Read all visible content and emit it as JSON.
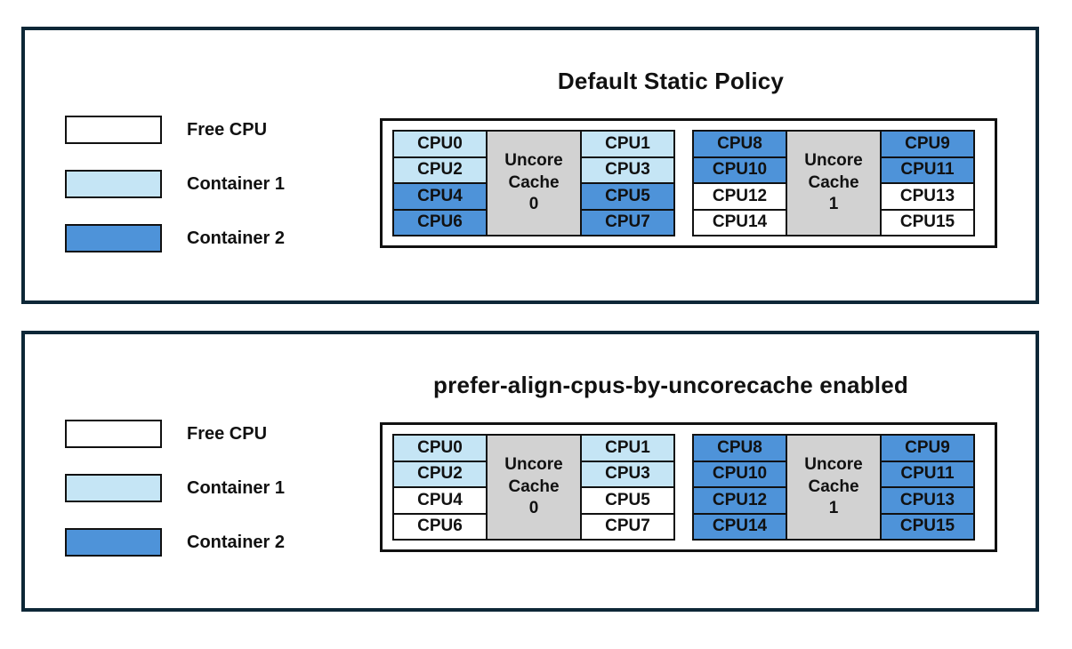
{
  "colors": {
    "free": "#ffffff",
    "container1": "#c5e5f5",
    "container2": "#4e93d9",
    "uncore": "#d2d2d2",
    "panel_border": "#0d2737",
    "line": "#111111",
    "text": "#111111"
  },
  "legend": {
    "items": [
      {
        "label": "Free CPU",
        "state": "free"
      },
      {
        "label": "Container 1",
        "state": "container1"
      },
      {
        "label": "Container 2",
        "state": "container2"
      }
    ]
  },
  "panels": [
    {
      "title": "Default Static Policy",
      "groups": [
        {
          "cache_label": "Uncore Cache\n0",
          "left_cpus": [
            {
              "label": "CPU0",
              "state": "container1"
            },
            {
              "label": "CPU2",
              "state": "container1"
            },
            {
              "label": "CPU4",
              "state": "container2"
            },
            {
              "label": "CPU6",
              "state": "container2"
            }
          ],
          "right_cpus": [
            {
              "label": "CPU1",
              "state": "container1"
            },
            {
              "label": "CPU3",
              "state": "container1"
            },
            {
              "label": "CPU5",
              "state": "container2"
            },
            {
              "label": "CPU7",
              "state": "container2"
            }
          ]
        },
        {
          "cache_label": "Uncore Cache\n1",
          "left_cpus": [
            {
              "label": "CPU8",
              "state": "container2"
            },
            {
              "label": "CPU10",
              "state": "container2"
            },
            {
              "label": "CPU12",
              "state": "free"
            },
            {
              "label": "CPU14",
              "state": "free"
            }
          ],
          "right_cpus": [
            {
              "label": "CPU9",
              "state": "container2"
            },
            {
              "label": "CPU11",
              "state": "container2"
            },
            {
              "label": "CPU13",
              "state": "free"
            },
            {
              "label": "CPU15",
              "state": "free"
            }
          ]
        }
      ]
    },
    {
      "title": "prefer-align-cpus-by-uncorecache enabled",
      "groups": [
        {
          "cache_label": "Uncore Cache\n0",
          "left_cpus": [
            {
              "label": "CPU0",
              "state": "container1"
            },
            {
              "label": "CPU2",
              "state": "container1"
            },
            {
              "label": "CPU4",
              "state": "free"
            },
            {
              "label": "CPU6",
              "state": "free"
            }
          ],
          "right_cpus": [
            {
              "label": "CPU1",
              "state": "container1"
            },
            {
              "label": "CPU3",
              "state": "container1"
            },
            {
              "label": "CPU5",
              "state": "free"
            },
            {
              "label": "CPU7",
              "state": "free"
            }
          ]
        },
        {
          "cache_label": "Uncore Cache\n1",
          "left_cpus": [
            {
              "label": "CPU8",
              "state": "container2"
            },
            {
              "label": "CPU10",
              "state": "container2"
            },
            {
              "label": "CPU12",
              "state": "container2"
            },
            {
              "label": "CPU14",
              "state": "container2"
            }
          ],
          "right_cpus": [
            {
              "label": "CPU9",
              "state": "container2"
            },
            {
              "label": "CPU11",
              "state": "container2"
            },
            {
              "label": "CPU13",
              "state": "container2"
            },
            {
              "label": "CPU15",
              "state": "container2"
            }
          ]
        }
      ]
    }
  ]
}
